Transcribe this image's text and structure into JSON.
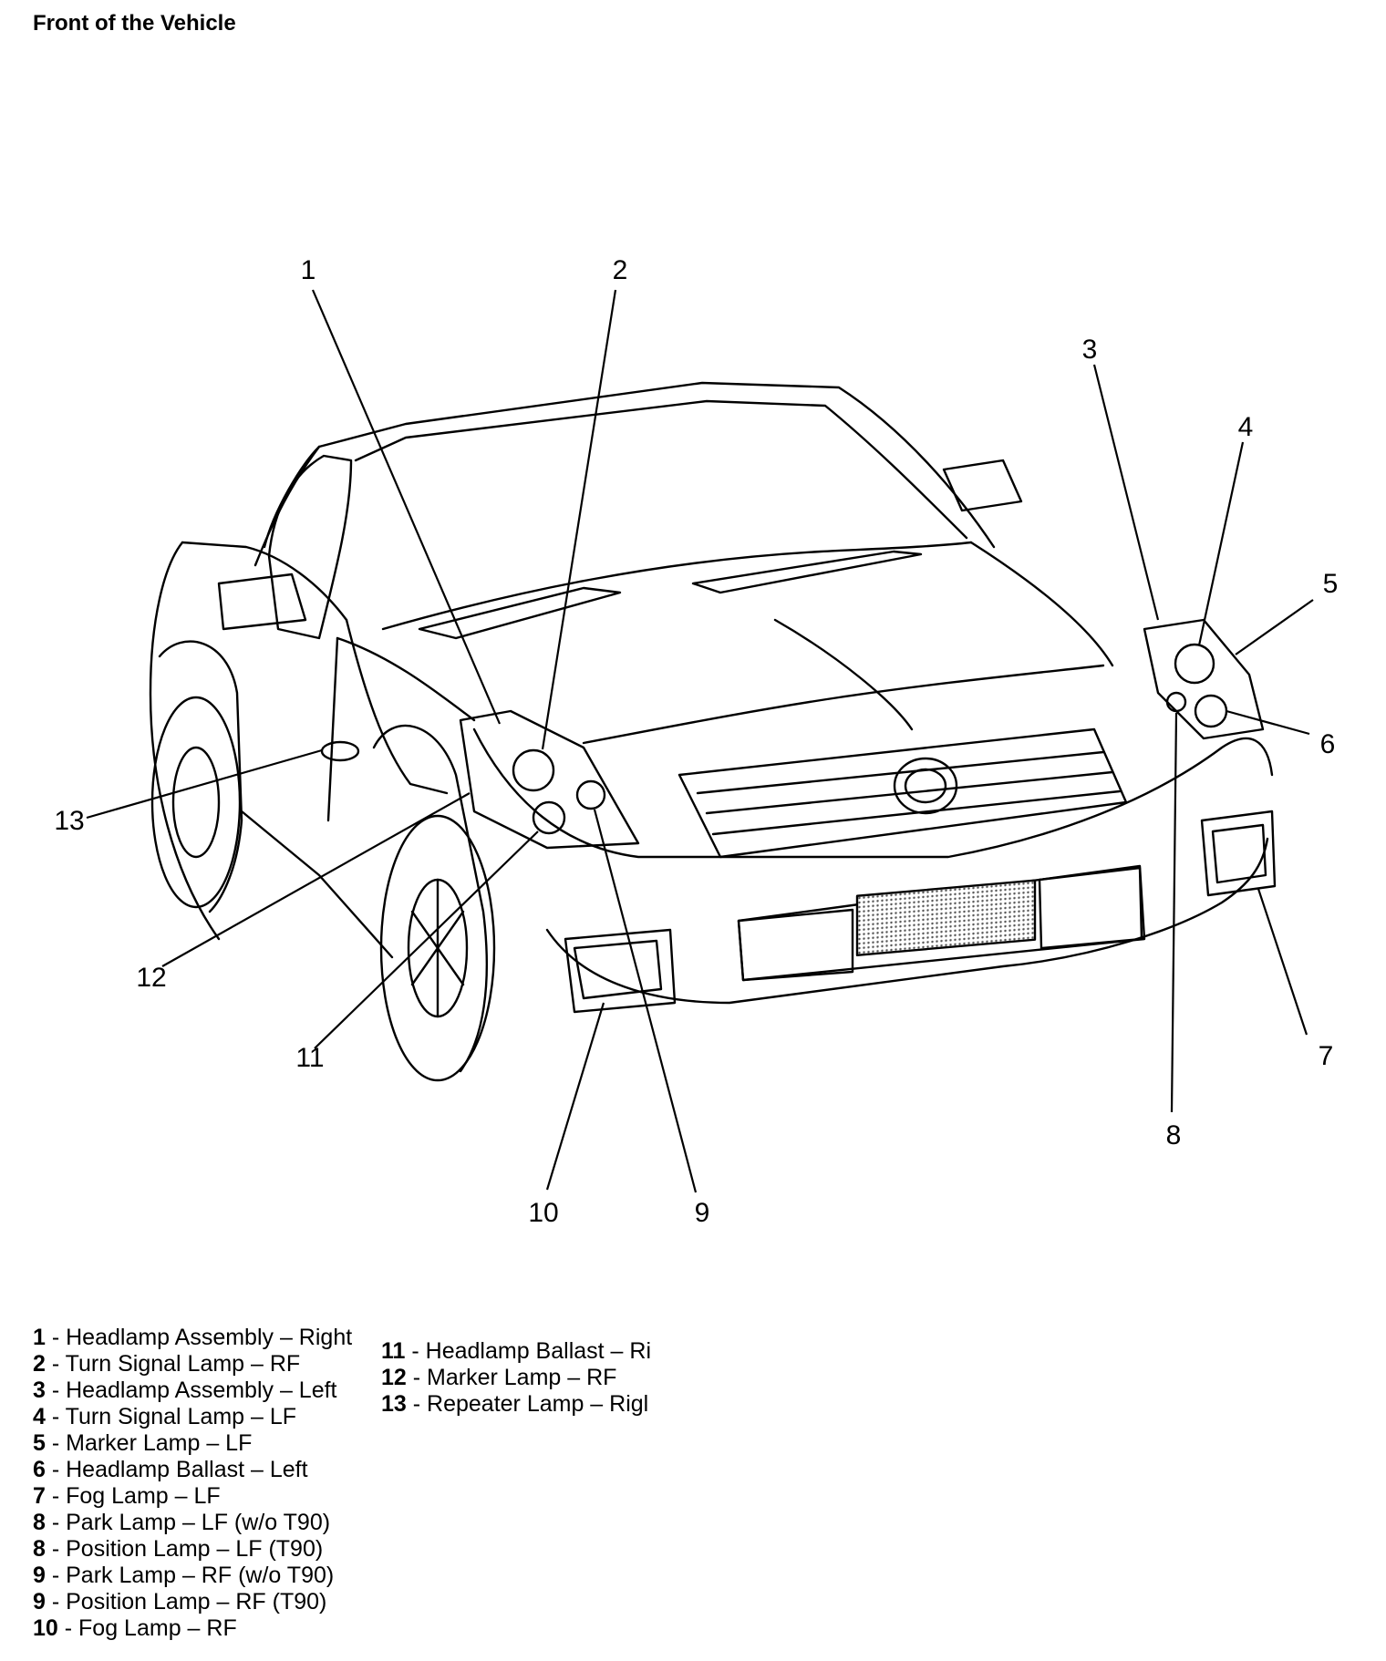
{
  "title": "Front of the Vehicle",
  "callouts": [
    {
      "id": 1,
      "label": "1"
    },
    {
      "id": 2,
      "label": "2"
    },
    {
      "id": 3,
      "label": "3"
    },
    {
      "id": 4,
      "label": "4"
    },
    {
      "id": 5,
      "label": "5"
    },
    {
      "id": 6,
      "label": "6"
    },
    {
      "id": 7,
      "label": "7"
    },
    {
      "id": 8,
      "label": "8"
    },
    {
      "id": 9,
      "label": "9"
    },
    {
      "id": 10,
      "label": "10"
    },
    {
      "id": 11,
      "label": "11"
    },
    {
      "id": 12,
      "label": "12"
    },
    {
      "id": 13,
      "label": "13"
    }
  ],
  "legend": {
    "column1": [
      {
        "num": "1",
        "sep": " - ",
        "text": "Headlamp Assembly – Right"
      },
      {
        "num": "2",
        "sep": " - ",
        "text": "Turn Signal Lamp – RF"
      },
      {
        "num": "3",
        "sep": " - ",
        "text": "Headlamp Assembly – Left"
      },
      {
        "num": "4",
        "sep": " - ",
        "text": "Turn Signal Lamp – LF"
      },
      {
        "num": "5",
        "sep": " - ",
        "text": "Marker Lamp – LF"
      },
      {
        "num": "6",
        "sep": " - ",
        "text": "Headlamp Ballast – Left"
      },
      {
        "num": "7",
        "sep": " - ",
        "text": "Fog Lamp – LF"
      },
      {
        "num": "8",
        "sep": " - ",
        "text": "Park Lamp – LF (w/o T90)"
      },
      {
        "num": "8",
        "sep": " - ",
        "text": "Position Lamp – LF (T90)"
      },
      {
        "num": "9",
        "sep": " - ",
        "text": "Park Lamp – RF (w/o T90)"
      },
      {
        "num": "9",
        "sep": " - ",
        "text": "Position Lamp – RF (T90)"
      },
      {
        "num": "10",
        "sep": " - ",
        "text": "Fog Lamp – RF"
      }
    ],
    "column2": [
      {
        "num": "11",
        "sep": " - ",
        "text": "Headlamp Ballast – Ri"
      },
      {
        "num": "12",
        "sep": " - ",
        "text": "Marker Lamp – RF"
      },
      {
        "num": "13",
        "sep": " - ",
        "text": "Repeater Lamp – Rigl"
      }
    ]
  }
}
